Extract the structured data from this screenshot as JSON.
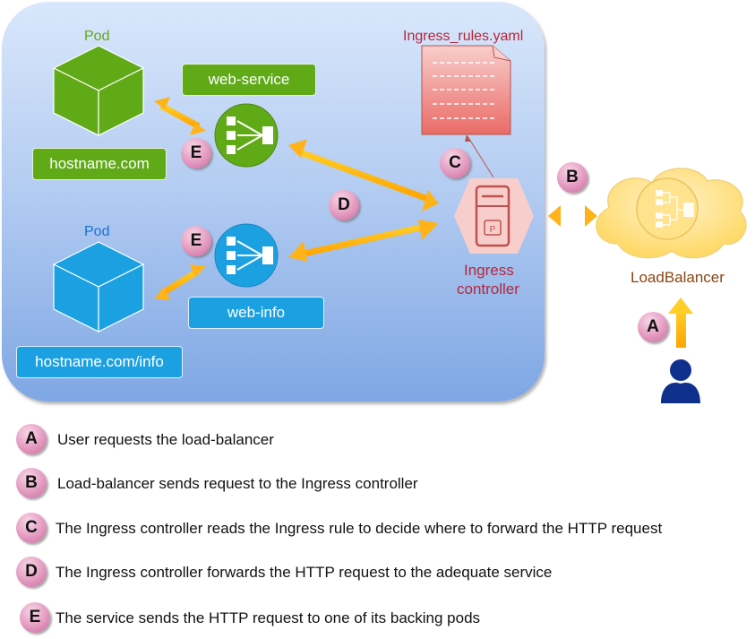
{
  "diagram": {
    "pods": [
      {
        "label": "Pod",
        "color": "#60a917",
        "service": "web-service",
        "host": "hostname.com",
        "badge": "E"
      },
      {
        "label": "Pod",
        "color": "#1ba1e2",
        "service": "web-info",
        "host": "hostname.com/info",
        "badge": "E"
      }
    ],
    "ingress_rules_file": "Ingress_rules.yaml",
    "ingress_controller": {
      "line1": "Ingress",
      "line2": "controller",
      "color": "#b7263a"
    },
    "load_balancer": {
      "label": "LoadBalancer",
      "color": "#8b4513"
    },
    "badges": {
      "a": "A",
      "b": "B",
      "c": "C",
      "d": "D"
    },
    "colors": {
      "arrow": "#ffb31a",
      "badge": "#e39ac0",
      "user": "#0e2f8c",
      "yaml": "#ea6b66"
    }
  },
  "legend": [
    {
      "key": "A",
      "text": "User requests the load-balancer"
    },
    {
      "key": "B",
      "text": "Load-balancer sends request to the Ingress controller"
    },
    {
      "key": "C",
      "text": "The Ingress controller reads the Ingress rule to decide where to forward the HTTP request"
    },
    {
      "key": "D",
      "text": "The Ingress controller forwards the HTTP request to the adequate service"
    },
    {
      "key": "E",
      "text": "The service sends the HTTP request to one of its backing pods"
    }
  ]
}
